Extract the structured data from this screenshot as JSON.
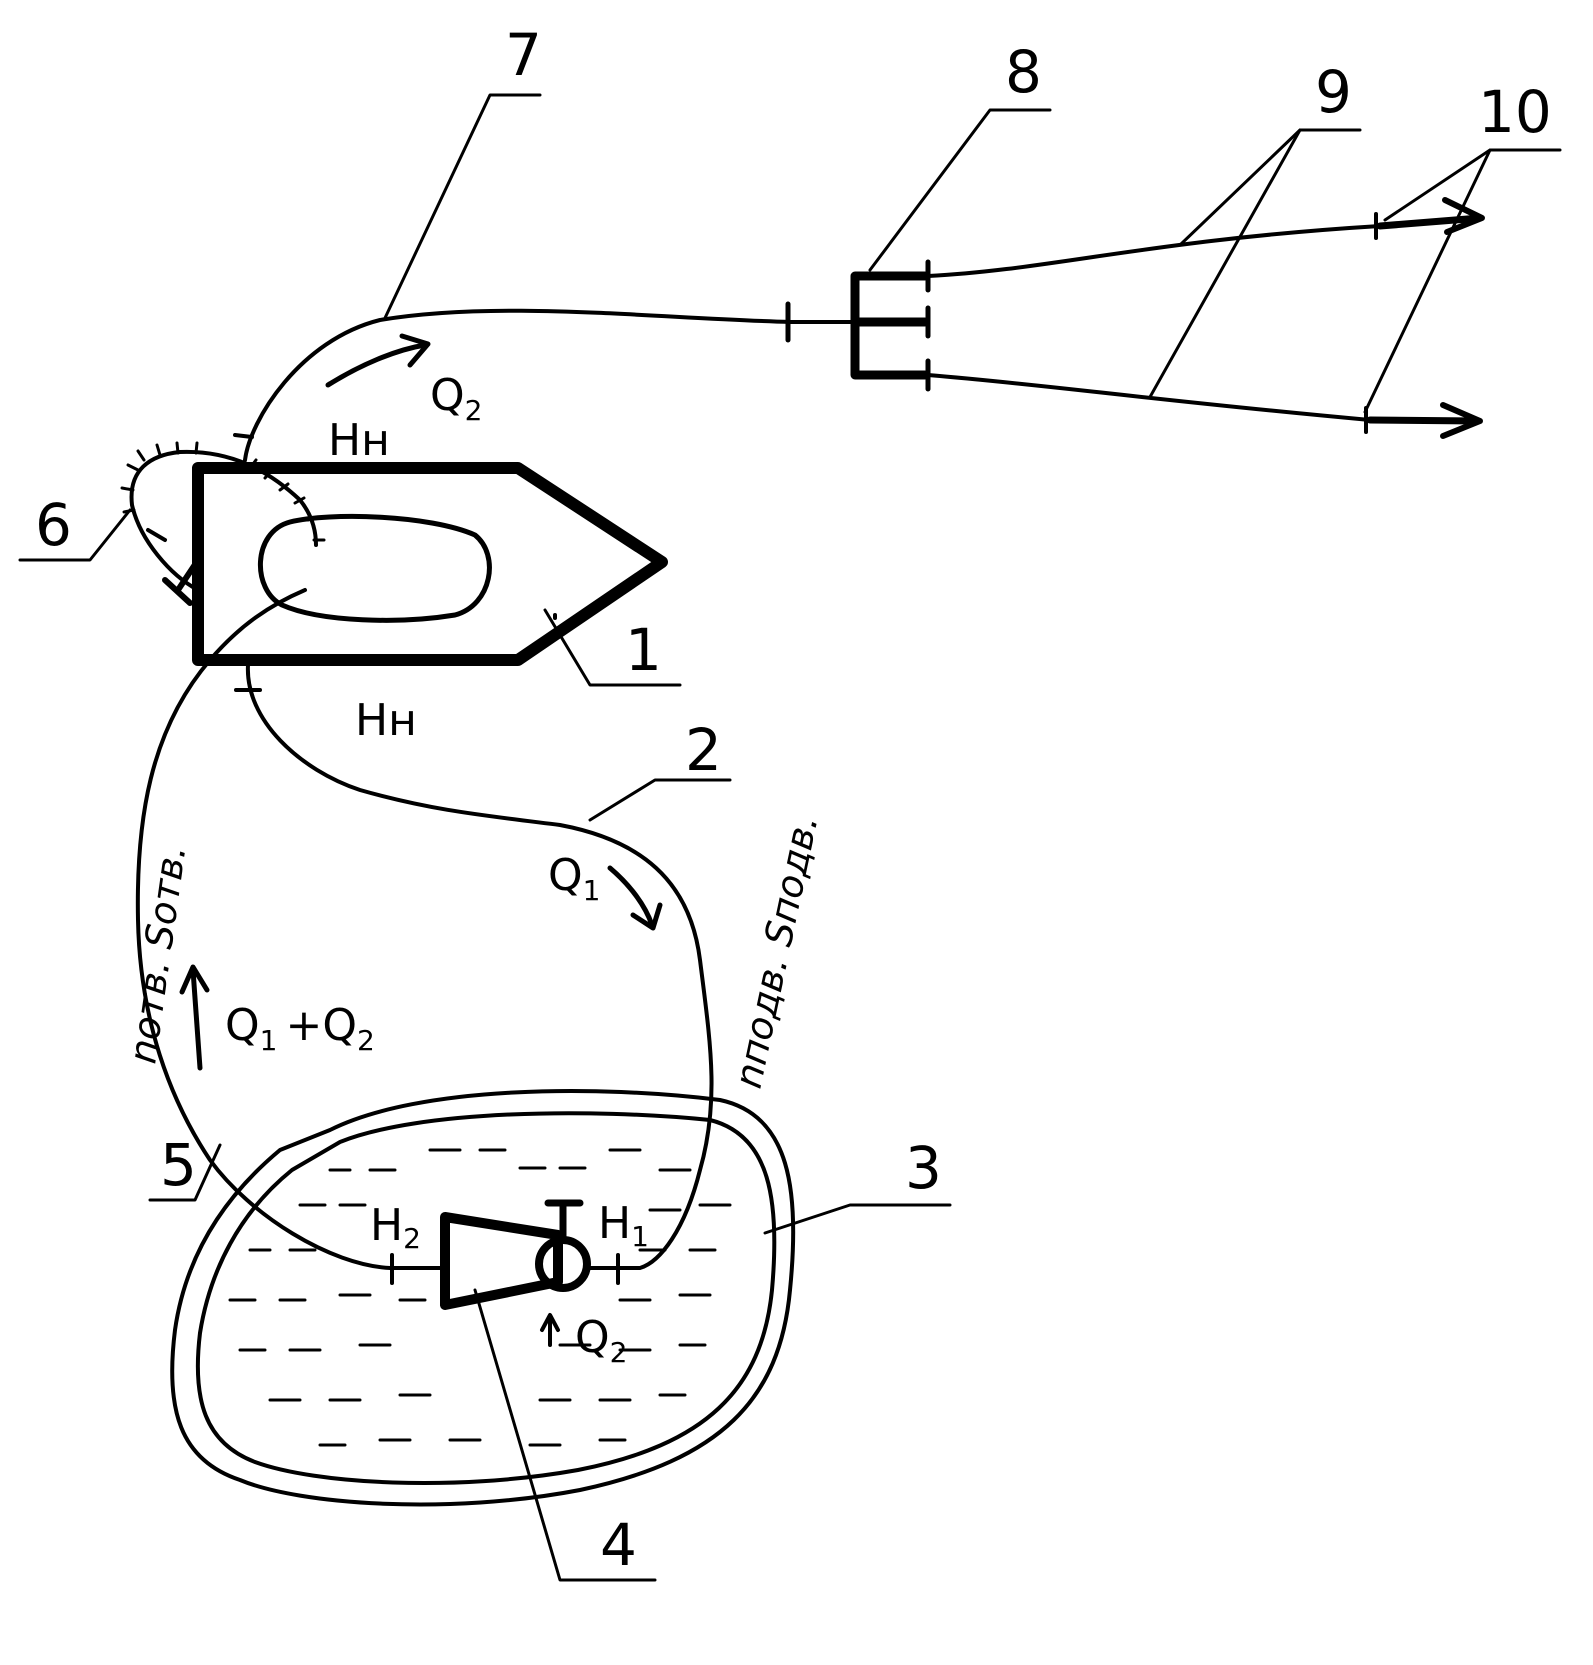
{
  "labels": {
    "n1": "1",
    "n2": "2",
    "n3": "3",
    "n4": "4",
    "n5": "5",
    "n6": "6",
    "n7": "7",
    "n8": "8",
    "n9": "9",
    "n10": "10"
  },
  "symbols": {
    "hn_top": "Hн",
    "hn_bottom": "Hн",
    "q2_top": {
      "main": "Q",
      "sub": "2"
    },
    "q1_mid": {
      "main": "Q",
      "sub": "1"
    },
    "q1_plus_q2": {
      "q1": "Q",
      "q1_sub": "1",
      "plus": "+",
      "q2": "Q",
      "q2_sub": "2"
    },
    "q2_bottom": {
      "main": "Q",
      "sub": "2"
    },
    "h2": {
      "main": "H",
      "sub": "2"
    },
    "h1": {
      "main": "H",
      "sub": "1"
    }
  },
  "vertical_text": {
    "left_line": "nотв. Sотв.",
    "right_line": "nподв. Sподв."
  }
}
